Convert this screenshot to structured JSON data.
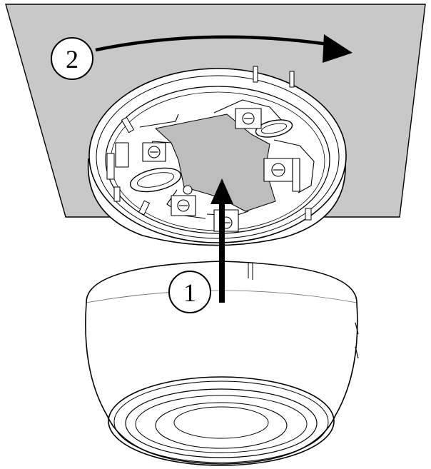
{
  "diagram": {
    "steps": [
      {
        "number": "1",
        "action": "push-up"
      },
      {
        "number": "2",
        "action": "rotate-clockwise"
      }
    ],
    "colors": {
      "ceiling": "#c8c8c8",
      "line": "#000000",
      "body": "#ffffff",
      "cavity": "#bdbdbd"
    }
  }
}
